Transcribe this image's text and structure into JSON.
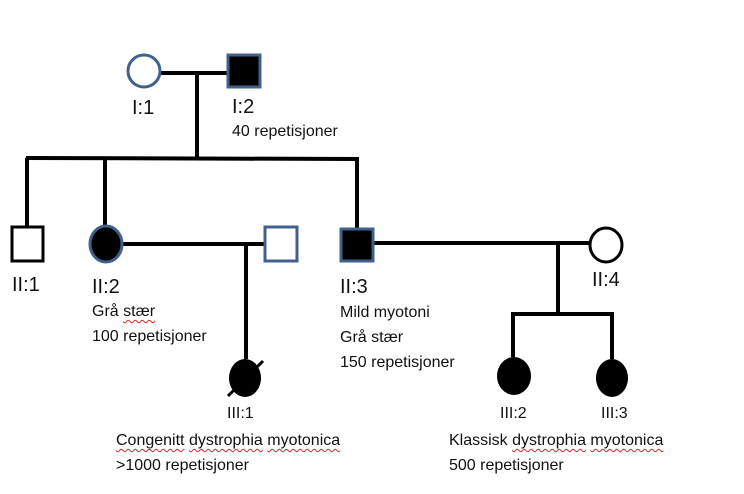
{
  "diagram": {
    "type": "pedigree",
    "colors": {
      "line": "#000000",
      "affected_fill": "#000000",
      "outline_blue": "#41618a",
      "outline_black": "#000000",
      "spellcheck_underline": "#d9262b"
    },
    "individuals": [
      {
        "id": "I:1",
        "sex": "female",
        "affected": false,
        "deceased": false,
        "notes": []
      },
      {
        "id": "I:2",
        "sex": "male",
        "affected": true,
        "deceased": false,
        "notes": [
          "40 repetisjoner"
        ]
      },
      {
        "id": "II:1",
        "sex": "male",
        "affected": false,
        "deceased": false,
        "notes": []
      },
      {
        "id": "II:2",
        "sex": "female",
        "affected": true,
        "deceased": false,
        "notes": [
          "Grå stær",
          "100 repetisjoner"
        ]
      },
      {
        "id": "II:2-spouse",
        "label": "",
        "sex": "male",
        "affected": false,
        "deceased": false,
        "notes": []
      },
      {
        "id": "II:3",
        "sex": "male",
        "affected": true,
        "deceased": false,
        "notes": [
          "Mild myotoni",
          "Grå stær",
          "150 repetisjoner"
        ]
      },
      {
        "id": "II:4",
        "sex": "female",
        "affected": false,
        "deceased": false,
        "notes": []
      },
      {
        "id": "III:1",
        "sex": "female",
        "affected": true,
        "deceased": true,
        "notes": [
          "Congenitt dystrophia myotonica",
          ">1000 repetisjoner"
        ]
      },
      {
        "id": "III:2",
        "sex": "female",
        "affected": true,
        "deceased": false,
        "notes": []
      },
      {
        "id": "III:3",
        "sex": "female",
        "affected": true,
        "deceased": false,
        "notes": []
      }
    ],
    "shared_notes": {
      "III:2_III:3": [
        "Klassisk dystrophia myotonica",
        "500 repetisjoner"
      ]
    },
    "relationships": [
      {
        "partners": [
          "I:1",
          "I:2"
        ],
        "children": [
          "II:1",
          "II:2",
          "II:3"
        ]
      },
      {
        "partners": [
          "II:2",
          "II:2-spouse"
        ],
        "children": [
          "III:1"
        ]
      },
      {
        "partners": [
          "II:3",
          "II:4"
        ],
        "children": [
          "III:2",
          "III:3"
        ]
      }
    ]
  },
  "labels": {
    "i1": "I:1",
    "i2": "I:2",
    "i2_note1": "40 repetisjoner",
    "ii1": "II:1",
    "ii2": "II:2",
    "ii2_note1_a": "Grå ",
    "ii2_note1_b": "stær",
    "ii2_note2": "100 repetisjoner",
    "ii3": "II:3",
    "ii3_note1": "Mild myotoni",
    "ii3_note2": "Grå stær",
    "ii3_note3": "150 repetisjoner",
    "ii4": "II:4",
    "iii1": "III:1",
    "iii1_note1_w1": "Congenitt",
    "iii1_note1_w2": "dystrophia",
    "iii1_note1_w3": "myotonica",
    "iii1_note2": ">1000 repetisjoner",
    "iii2": "III:2",
    "iii3": "III:3",
    "iii23_note1_w1": "Klassisk",
    "iii23_note1_w2": "dystrophia",
    "iii23_note1_w3": "myotonica",
    "iii23_note2": "500 repetisjoner"
  }
}
